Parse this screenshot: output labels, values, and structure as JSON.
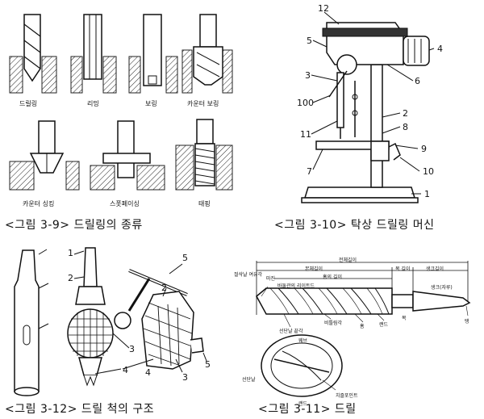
{
  "fig39": {
    "caption": "<그림 3-9> 드릴링의 종류",
    "labels": [
      "드릴링",
      "리밍",
      "보링",
      "카운터 보링",
      "카운터 싱킹",
      "스폿페이싱",
      "태핑"
    ]
  },
  "fig310": {
    "caption": "<그림 3-10> 탁상 드릴링 머신",
    "numbers": [
      "12",
      "5",
      "4",
      "3",
      "6",
      "100",
      "2",
      "11",
      "8",
      "9",
      "7",
      "10",
      "1"
    ]
  },
  "fig312": {
    "caption": "<그림 3-12> 드릴 척의 구조",
    "numbers": [
      "1",
      "2",
      "3",
      "4",
      "5",
      "2",
      "3",
      "4",
      "5"
    ]
  },
  "fig311": {
    "caption": "<그림 3-11> 드릴",
    "labels": {
      "total_length": "전체길이",
      "body_length": "본체길이",
      "groove_length": "홈의 길이",
      "neck_length": "목 길이",
      "shank_length": "생크길이",
      "lip_relief": "절삭날 여유각",
      "margin": "마진",
      "body_clearance": "바둘관의 리이트드",
      "point_angle": "선단날 끝각",
      "helix_angle": "비틀림각",
      "groove": "홈",
      "land": "랜드",
      "neck": "목",
      "shank": "생크(자루)",
      "tang": "탱",
      "web": "웨브",
      "chisel_edge": "치즐포인트",
      "cutting_edge": "선단날",
      "land2": "랜드"
    }
  }
}
